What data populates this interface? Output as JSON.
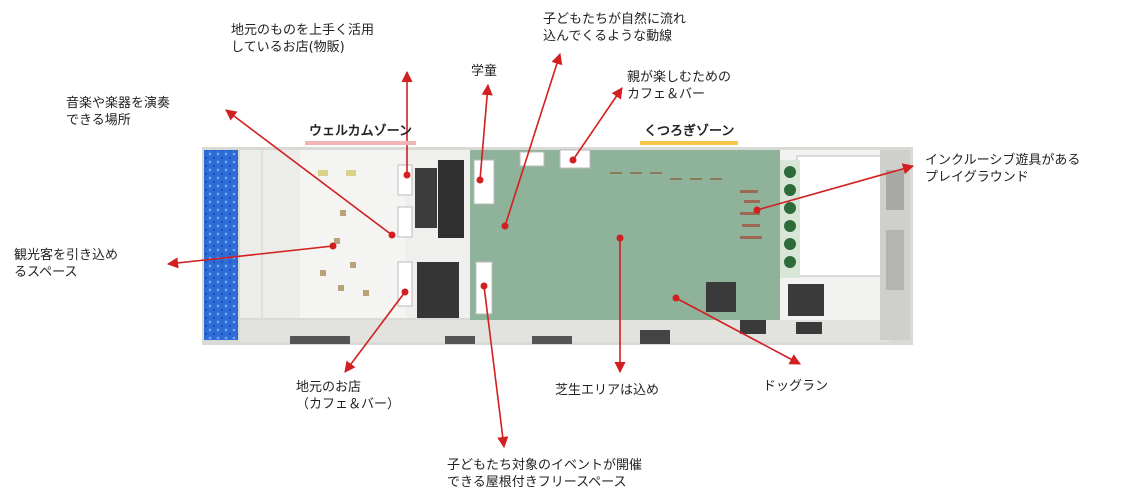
{
  "zones": {
    "welcome": "ウェルカムゾーン",
    "relax": "くつろぎゾーン"
  },
  "labels": {
    "local_goods": [
      "地元のものを上手く活用",
      "しているお店(物販)"
    ],
    "kids_flow": [
      "子どもたちが自然に流れ",
      "込んでくるような動線"
    ],
    "music_space": [
      "音楽や楽器を演奏",
      "できる場所"
    ],
    "school": "学童",
    "parents_cafe": [
      "親が楽しむための",
      "カフェ＆バー"
    ],
    "inclusive": [
      "インクルーシブ遊具がある",
      "プレイグラウンド"
    ],
    "tourists": [
      "観光客を引き込め",
      "るスペース"
    ],
    "local_shop": [
      "地元のお店",
      "（カフェ＆バー）"
    ],
    "lawn": "芝生エリアは込め",
    "dog_run": "ドッグラン",
    "free_space": [
      "子どもたち対象のイベントが開催",
      "できる屋根付きフリースペース"
    ]
  },
  "colors": {
    "arrow": "#d21f1f",
    "lawn": "#8fb29a",
    "floor": "#f4f4f2",
    "dark_block": "#3c3c3c",
    "water": "#2d6bd6"
  }
}
